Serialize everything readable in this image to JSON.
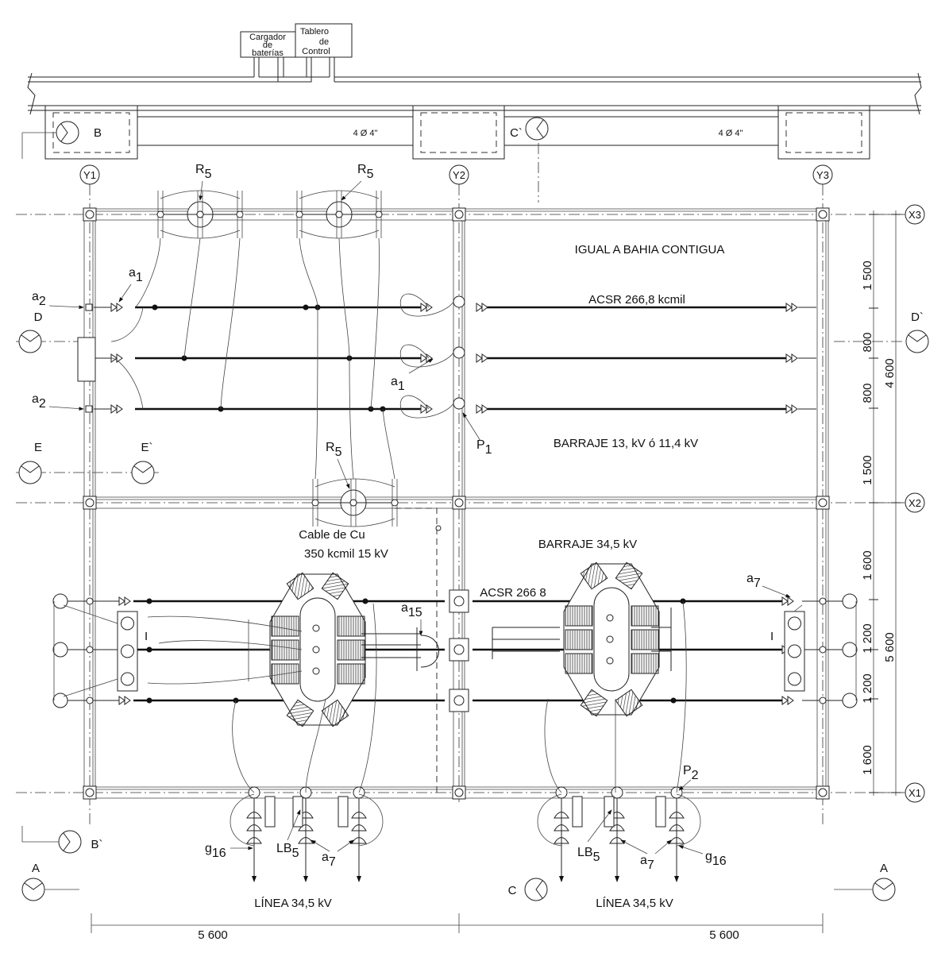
{
  "title_blocks": {
    "charger": [
      "Cargador",
      "de",
      "baterías"
    ],
    "control": [
      "Tablero",
      "de",
      "Control"
    ]
  },
  "conduits": {
    "left": "4 Ø 4\"",
    "right": "4 Ø 4\""
  },
  "section_marks": {
    "B": "B",
    "B_prime": "B`",
    "C": "C",
    "C_prime": "C`",
    "D": "D",
    "D_prime": "D`",
    "E": "E",
    "E_prime": "E`",
    "A_left": "A",
    "A_right": "A"
  },
  "axes": {
    "Y1": "Y1",
    "Y2": "Y2",
    "Y3": "Y3",
    "X1": "X1",
    "X2": "X2",
    "X3": "X3"
  },
  "labels": {
    "igual": "IGUAL A BAHIA CONTIGUA",
    "acsr_top": "ACSR 266,8 kcmil",
    "barraje_13": "BARRAJE 13, kV ó 11,4 kV",
    "cable_cu_1": "Cable de Cu",
    "cable_cu_2": "350 kcmil 15 kV",
    "barraje_34": "BARRAJE 34,5 kV",
    "acsr_mid": "ACSR 266 8",
    "linea_left": "LÍNEA 34,5 kV",
    "linea_right": "LÍNEA 34,5 kV",
    "i_left": "I",
    "i_right": "I"
  },
  "callouts": {
    "R5": {
      "base": "R",
      "sub": "5"
    },
    "a1": {
      "base": "a",
      "sub": "1"
    },
    "a2": {
      "base": "a",
      "sub": "2"
    },
    "a7": {
      "base": "a",
      "sub": "7"
    },
    "a15": {
      "base": "a",
      "sub": "15"
    },
    "P1": {
      "base": "P",
      "sub": "1"
    },
    "P2": {
      "base": "P",
      "sub": "2"
    },
    "g16": {
      "base": "g",
      "sub": "16"
    },
    "LB5": {
      "base": "LB",
      "sub": "5"
    }
  },
  "dimensions": {
    "right_inner": [
      "1 500",
      "800",
      "800",
      "1 500",
      "1 600",
      "1 200",
      "1 200",
      "1 600"
    ],
    "right_outer": [
      "4 600",
      "5 600"
    ],
    "bottom": [
      "5 600",
      "5 600"
    ]
  }
}
